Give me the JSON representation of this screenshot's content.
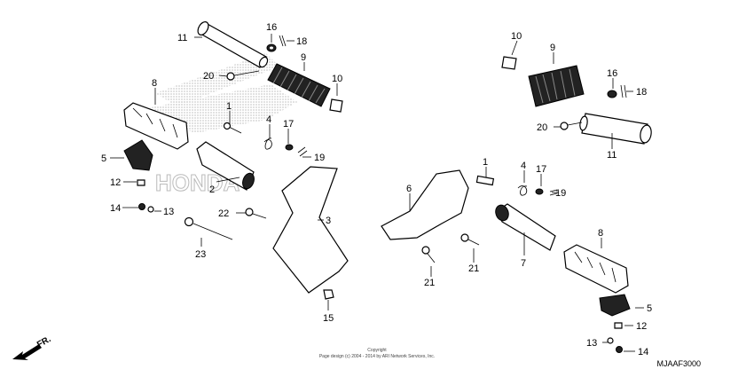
{
  "labels": {
    "l1a": "1",
    "l1b": "1",
    "l2": "2",
    "l3": "3",
    "l4a": "4",
    "l4b": "4",
    "l5a": "5",
    "l5b": "5",
    "l6": "6",
    "l7": "7",
    "l8a": "8",
    "l8b": "8",
    "l9a": "9",
    "l9b": "9",
    "l10a": "10",
    "l10b": "10",
    "l11a": "11",
    "l11b": "11",
    "l12a": "12",
    "l12b": "12",
    "l13a": "13",
    "l13b": "13",
    "l14a": "14",
    "l14b": "14",
    "l15": "15",
    "l16a": "16",
    "l16b": "16",
    "l17a": "17",
    "l17b": "17",
    "l18a": "18",
    "l18b": "18",
    "l19a": "19",
    "l19b": "19",
    "l20a": "20",
    "l20b": "20",
    "l21a": "21",
    "l21b": "21",
    "l22": "22",
    "l23": "23"
  },
  "footer": {
    "copyright_line1": "Copyright",
    "copyright_line2": "Page design (c) 2004 - 2014 by ARI Network Services, Inc.",
    "diagram_code": "MJAAF3000"
  },
  "direction_label": "FR."
}
